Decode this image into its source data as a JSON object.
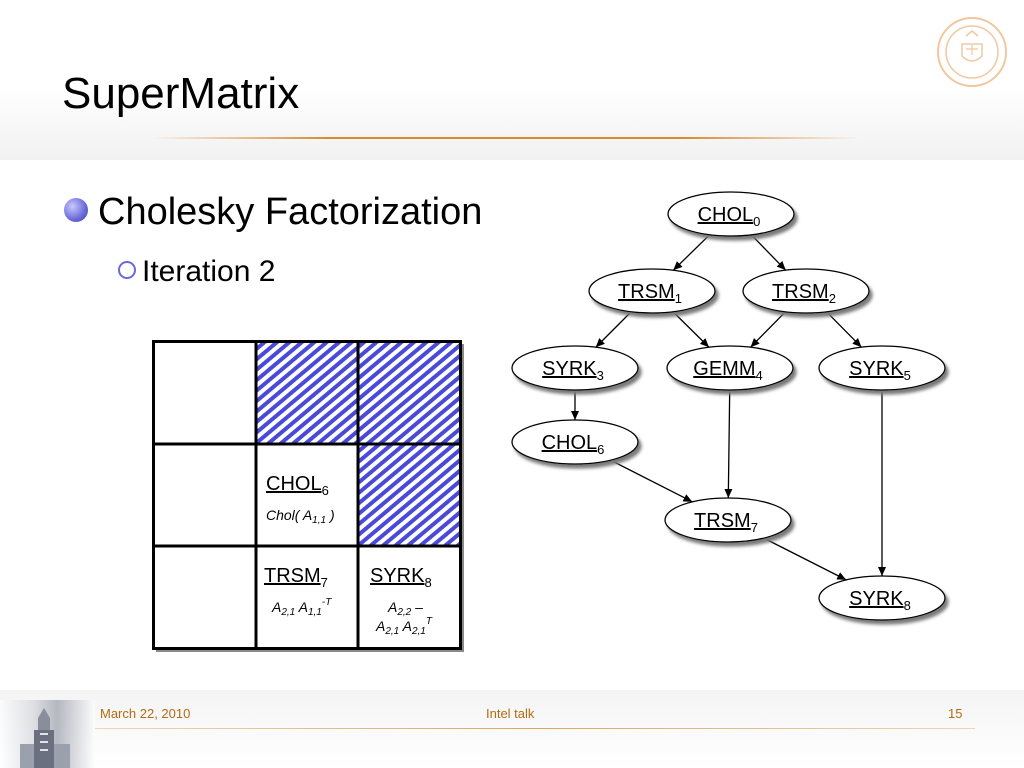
{
  "slide": {
    "title": "SuperMatrix",
    "bullet_1": "Cholesky Factorization",
    "bullet_2": "Iteration 2"
  },
  "matrix": {
    "cell_1_1": {
      "name": "CHOL",
      "sub": "6",
      "formula_pre": "Chol( A",
      "formula_sub": "1,1",
      "formula_post": " )"
    },
    "cell_2_1": {
      "name": "TRSM",
      "sub": "7",
      "a1": "A",
      "a1_sub": "2,1",
      "a2": " A",
      "a2_sub": "1,1",
      "a2_sup": "-T"
    },
    "cell_2_2": {
      "name": "SYRK",
      "sub": "8",
      "l1": "A",
      "l1_sub": "2,2",
      "l1_post": " –",
      "l2a": "A",
      "l2a_sub": "2,1",
      "l2b": " A",
      "l2b_sub": "2,1",
      "l2b_sup": "T"
    }
  },
  "dag": {
    "nodes": [
      {
        "id": "chol0",
        "name": "CHOL",
        "sub": "0"
      },
      {
        "id": "trsm1",
        "name": "TRSM",
        "sub": "1"
      },
      {
        "id": "trsm2",
        "name": "TRSM",
        "sub": "2"
      },
      {
        "id": "syrk3",
        "name": "SYRK",
        "sub": "3"
      },
      {
        "id": "gemm4",
        "name": "GEMM",
        "sub": "4"
      },
      {
        "id": "syrk5",
        "name": "SYRK",
        "sub": "5"
      },
      {
        "id": "chol6",
        "name": "CHOL",
        "sub": "6"
      },
      {
        "id": "trsm7",
        "name": "TRSM",
        "sub": "7"
      },
      {
        "id": "syrk8",
        "name": "SYRK",
        "sub": "8"
      }
    ]
  },
  "footer": {
    "date": "March 22, 2010",
    "talk": "Intel talk",
    "page": "15"
  },
  "colors": {
    "accent": "#d98a30",
    "hatch": "#4a4ad8",
    "footer_text": "#b36b12"
  }
}
